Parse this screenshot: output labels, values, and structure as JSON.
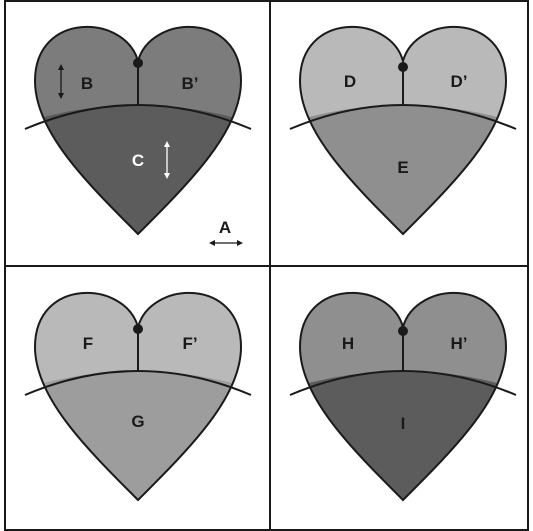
{
  "colors": {
    "light_gray": "#b9b9b9",
    "mid_gray": "#8f8f8f",
    "medium_gray": "#7c7c7c",
    "dark_gray": "#5c5c5c",
    "outline": "#1a1a1a"
  },
  "panels": [
    {
      "upper_left_label": "B",
      "upper_right_label": "B’",
      "lower_label": "C",
      "corner_label": "A",
      "upper_fill": "#7c7c7c",
      "lower_fill": "#5c5c5c",
      "label_color": "#1a1a1a",
      "lower_label_color": "#ffffff",
      "arrows": [
        "vertical-arrow",
        "vertical-arrow",
        "horizontal-arrow"
      ]
    },
    {
      "upper_left_label": "D",
      "upper_right_label": "D’",
      "lower_label": "E",
      "upper_fill": "#b9b9b9",
      "lower_fill": "#8f8f8f",
      "label_color": "#1a1a1a",
      "lower_label_color": "#1a1a1a"
    },
    {
      "upper_left_label": "F",
      "upper_right_label": "F’",
      "lower_label": "G",
      "upper_fill": "#b9b9b9",
      "lower_fill": "#9d9d9d",
      "label_color": "#1a1a1a",
      "lower_label_color": "#1a1a1a"
    },
    {
      "upper_left_label": "H",
      "upper_right_label": "H’",
      "lower_label": "I",
      "upper_fill": "#8f8f8f",
      "lower_fill": "#5c5c5c",
      "label_color": "#1a1a1a",
      "lower_label_color": "#1a1a1a"
    }
  ]
}
